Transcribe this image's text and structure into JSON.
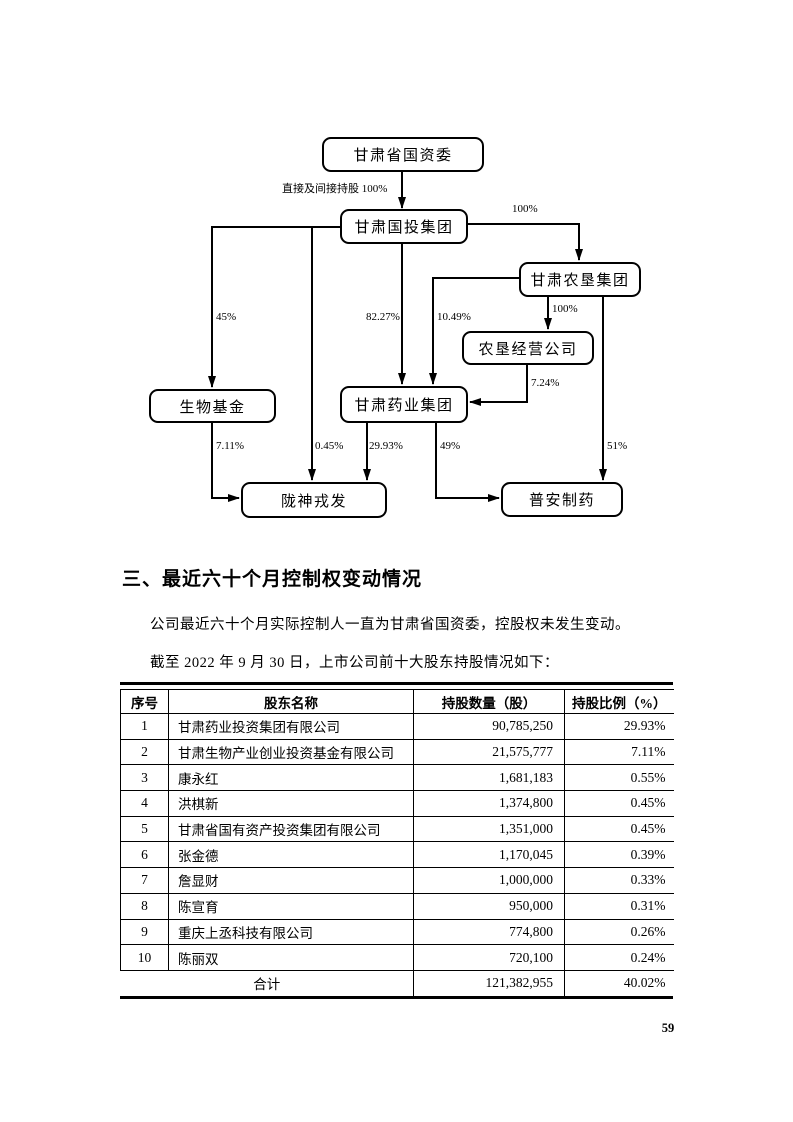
{
  "diagram": {
    "nodes": {
      "guoziwei": "甘肃省国资委",
      "guotou": "甘肃国投集团",
      "nongken": "甘肃农垦集团",
      "nongken_jingying": "农垦经营公司",
      "shengwu_jijin": "生物基金",
      "yaoye": "甘肃药业集团",
      "longshen": "陇神戎发",
      "puan": "普安制药"
    },
    "edge_labels": {
      "direct_indirect_100": "直接及间接持股 100%",
      "p100_nongken": "100%",
      "p45": "45%",
      "p82_27": "82.27%",
      "p10_49": "10.49%",
      "p100_jingying": "100%",
      "p7_24": "7.24%",
      "p7_11": "7.11%",
      "p0_45": "0.45%",
      "p29_93": "29.93%",
      "p49": "49%",
      "p51": "51%"
    }
  },
  "section": {
    "heading": "三、最近六十个月控制权变动情况",
    "para1": "公司最近六十个月实际控制人一直为甘肃省国资委，控股权未发生变动。",
    "para2": "截至 2022 年 9 月 30 日，上市公司前十大股东持股情况如下："
  },
  "table": {
    "headers": [
      "序号",
      "股东名称",
      "持股数量（股）",
      "持股比例（%）"
    ],
    "rows": [
      [
        "1",
        "甘肃药业投资集团有限公司",
        "90,785,250",
        "29.93%"
      ],
      [
        "2",
        "甘肃生物产业创业投资基金有限公司",
        "21,575,777",
        "7.11%"
      ],
      [
        "3",
        "康永红",
        "1,681,183",
        "0.55%"
      ],
      [
        "4",
        "洪棋新",
        "1,374,800",
        "0.45%"
      ],
      [
        "5",
        "甘肃省国有资产投资集团有限公司",
        "1,351,000",
        "0.45%"
      ],
      [
        "6",
        "张金德",
        "1,170,045",
        "0.39%"
      ],
      [
        "7",
        "詹显财",
        "1,000,000",
        "0.33%"
      ],
      [
        "8",
        "陈宣育",
        "950,000",
        "0.31%"
      ],
      [
        "9",
        "重庆上丞科技有限公司",
        "774,800",
        "0.26%"
      ],
      [
        "10",
        "陈丽双",
        "720,100",
        "0.24%"
      ]
    ],
    "total": {
      "label": "合计",
      "shares": "121,382,955",
      "pct": "40.02%"
    }
  },
  "page_number": "59"
}
